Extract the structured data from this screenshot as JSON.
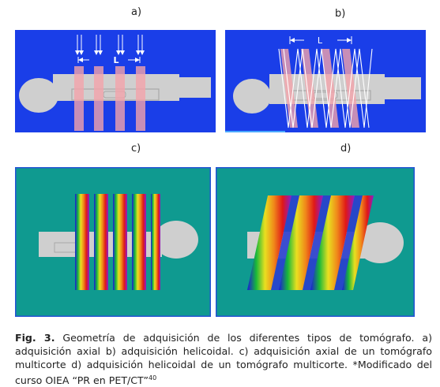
{
  "panels": {
    "a": {
      "label": "a)",
      "dimension": "L"
    },
    "b": {
      "label": "b)",
      "dimension": "L"
    },
    "c": {
      "label": "c)"
    },
    "d": {
      "label": "d)"
    }
  },
  "caption": {
    "fig_label": "Fig. 3.",
    "text": " Geometría de adquisición de los diferentes tipos de tomógrafo. a) adquisición axial b) adquisición helicoidal. c) adquisición axial de un tomógrafo multicorte d) adquisición helicoidal de un tomógrafo multicorte. *Modificado del curso OIEA “PR en PET/CT”",
    "ref": "40"
  },
  "colors": {
    "blue_bg": "#1a3ee8",
    "teal_bg": "#0f9a90",
    "body_gray": "#cfcfcf",
    "slice_pink": "#f2a2aa",
    "frame_blue": "#2453d6"
  }
}
